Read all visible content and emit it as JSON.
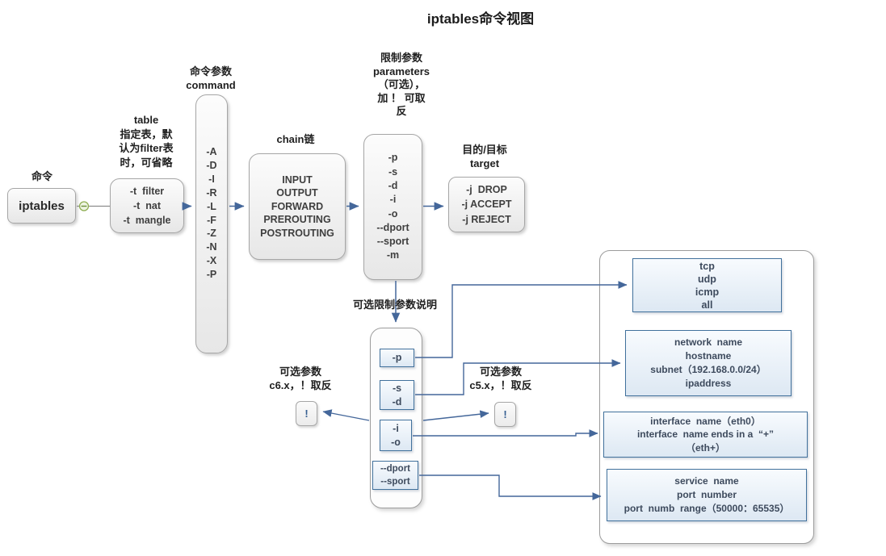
{
  "title": "iptables命令视图",
  "colors": {
    "arrow": "#44679a",
    "gray_box_border": "#a6a6a6",
    "blue_box_border": "#41719c",
    "collapse_handle_green": "#8fae53"
  },
  "flow": {
    "command_label": "命令",
    "iptables": "iptables",
    "collapse_icon": "minus-in-green-circle",
    "table_note": [
      "table",
      "指定表，默",
      "认为filter表",
      "时，可省略"
    ],
    "table_options": [
      "-t  filter",
      "-t  nat",
      "-t  mangle"
    ],
    "command_note": [
      "命令参数",
      "command"
    ],
    "command_options": [
      "-A",
      "-D",
      "-I",
      "-R",
      "-L",
      "-F",
      "-Z",
      "-N",
      "-X",
      "-P"
    ],
    "chain_note": "chain链",
    "chains": [
      "INPUT",
      "OUTPUT",
      "FORWARD",
      "PREROUTING",
      "POSTROUTING"
    ],
    "params_note": [
      "限制参数",
      "parameters",
      "（可选），",
      "加 ！ 可取",
      "反"
    ],
    "params": [
      "-p",
      "-s",
      "-d",
      "-i",
      "-o",
      "--dport",
      "--sport",
      "-m"
    ],
    "target_note": [
      "目的/目标",
      "target"
    ],
    "targets": [
      "-j  DROP",
      "-j ACCEPT",
      "-j REJECT"
    ]
  },
  "detail": {
    "section_label": "可选限制参数说明",
    "p_option": "-p",
    "sd_options": [
      "-s",
      "-d"
    ],
    "io_options": [
      "-i",
      "-o"
    ],
    "port_options": [
      "--dport",
      "--sport"
    ],
    "left_note": [
      "可选参数",
      "c6.x，！取反"
    ],
    "left_bang": "!",
    "right_note": [
      "可选参数",
      "c5.x，！取反"
    ],
    "right_bang": "!",
    "protocols": [
      "tcp",
      "udp",
      "icmp",
      "all"
    ],
    "addresses": [
      "network  name",
      "hostname",
      "subnet（192.168.0.0/24）",
      "ipaddress"
    ],
    "interfaces": [
      "interface  name（eth0）",
      "interface  name ends in a  “+”",
      "（eth+）"
    ],
    "ports": [
      "service  name",
      "port  number",
      "port  numb  range（50000：65535）"
    ]
  }
}
